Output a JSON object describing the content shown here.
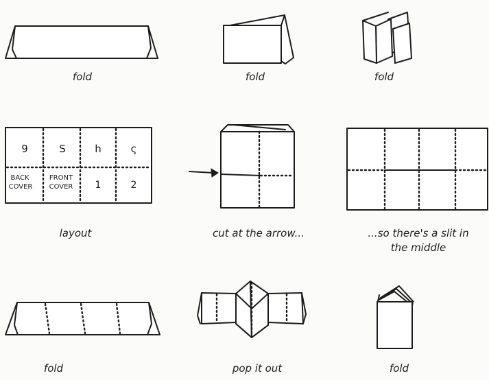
{
  "captions": {
    "fold_1": "fold",
    "fold_2": "fold",
    "fold_3": "fold",
    "layout": "layout",
    "cut": "cut at the arrow...",
    "slit_line1": "...so there's a slit in",
    "slit_line2": "the middle",
    "fold_4": "fold",
    "pop": "pop it out",
    "fold_5": "fold"
  },
  "layout_grid": {
    "top_row": [
      "9",
      "S",
      "h",
      "ς"
    ],
    "bottom_row": {
      "back_cover": [
        "BACK",
        "COVER"
      ],
      "front_cover": [
        "FRONT",
        "COVER"
      ],
      "page_1": "1",
      "page_2": "2"
    }
  },
  "colors": {
    "ink": "#1c1c1c",
    "background": "#fbfbfa",
    "paper": "#ffffff"
  }
}
